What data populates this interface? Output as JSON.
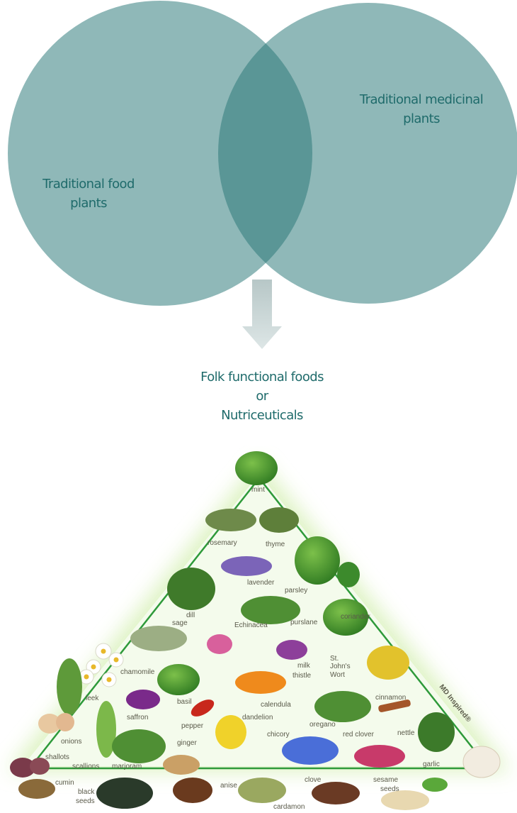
{
  "venn": {
    "left_label": "Traditional food plants",
    "right_label": "Traditional medicinal plants"
  },
  "result": {
    "line1": "Folk functional foods",
    "line2": "or",
    "line3": "Nutriceuticals"
  },
  "colors": {
    "circle": "#8fb8b8",
    "overlap": "#5a9696",
    "text": "#1f6b6b",
    "pyramid_line": "#2e9a3a",
    "glow": "#d6f0b8"
  },
  "pyramid": {
    "watermark": "MD Inspired®",
    "labels": {
      "mint": "mint",
      "rosemary": "rosemary",
      "thyme": "thyme",
      "lavender": "lavender",
      "parsley": "parsley",
      "dill": "dill",
      "sage": "sage",
      "echinacea": "Echinacea",
      "purslane": "purslane",
      "coriander": "coriander",
      "chamomile": "chamomile",
      "milk_thistle": "milk thistle",
      "st_johns_wort": "St. John's Wort",
      "leek": "leek",
      "basil": "basil",
      "calendula": "calendula",
      "cinnamon": "cinnamon",
      "saffron": "saffron",
      "onions": "onions",
      "pepper": "pepper",
      "dandelion": "dandelion",
      "oregano": "oregano",
      "nettle": "nettle",
      "chicory": "chicory",
      "red_clover": "red clover",
      "shallots": "shallots",
      "ginger": "ginger",
      "scallions": "scallions",
      "marjoram": "marjoram",
      "garlic": "garlic",
      "cumin": "cumin",
      "black_seeds": "black seeds",
      "anise": "anise",
      "clove": "clove",
      "sesame_seeds": "sesame seeds",
      "cardamon": "cardamon"
    }
  }
}
